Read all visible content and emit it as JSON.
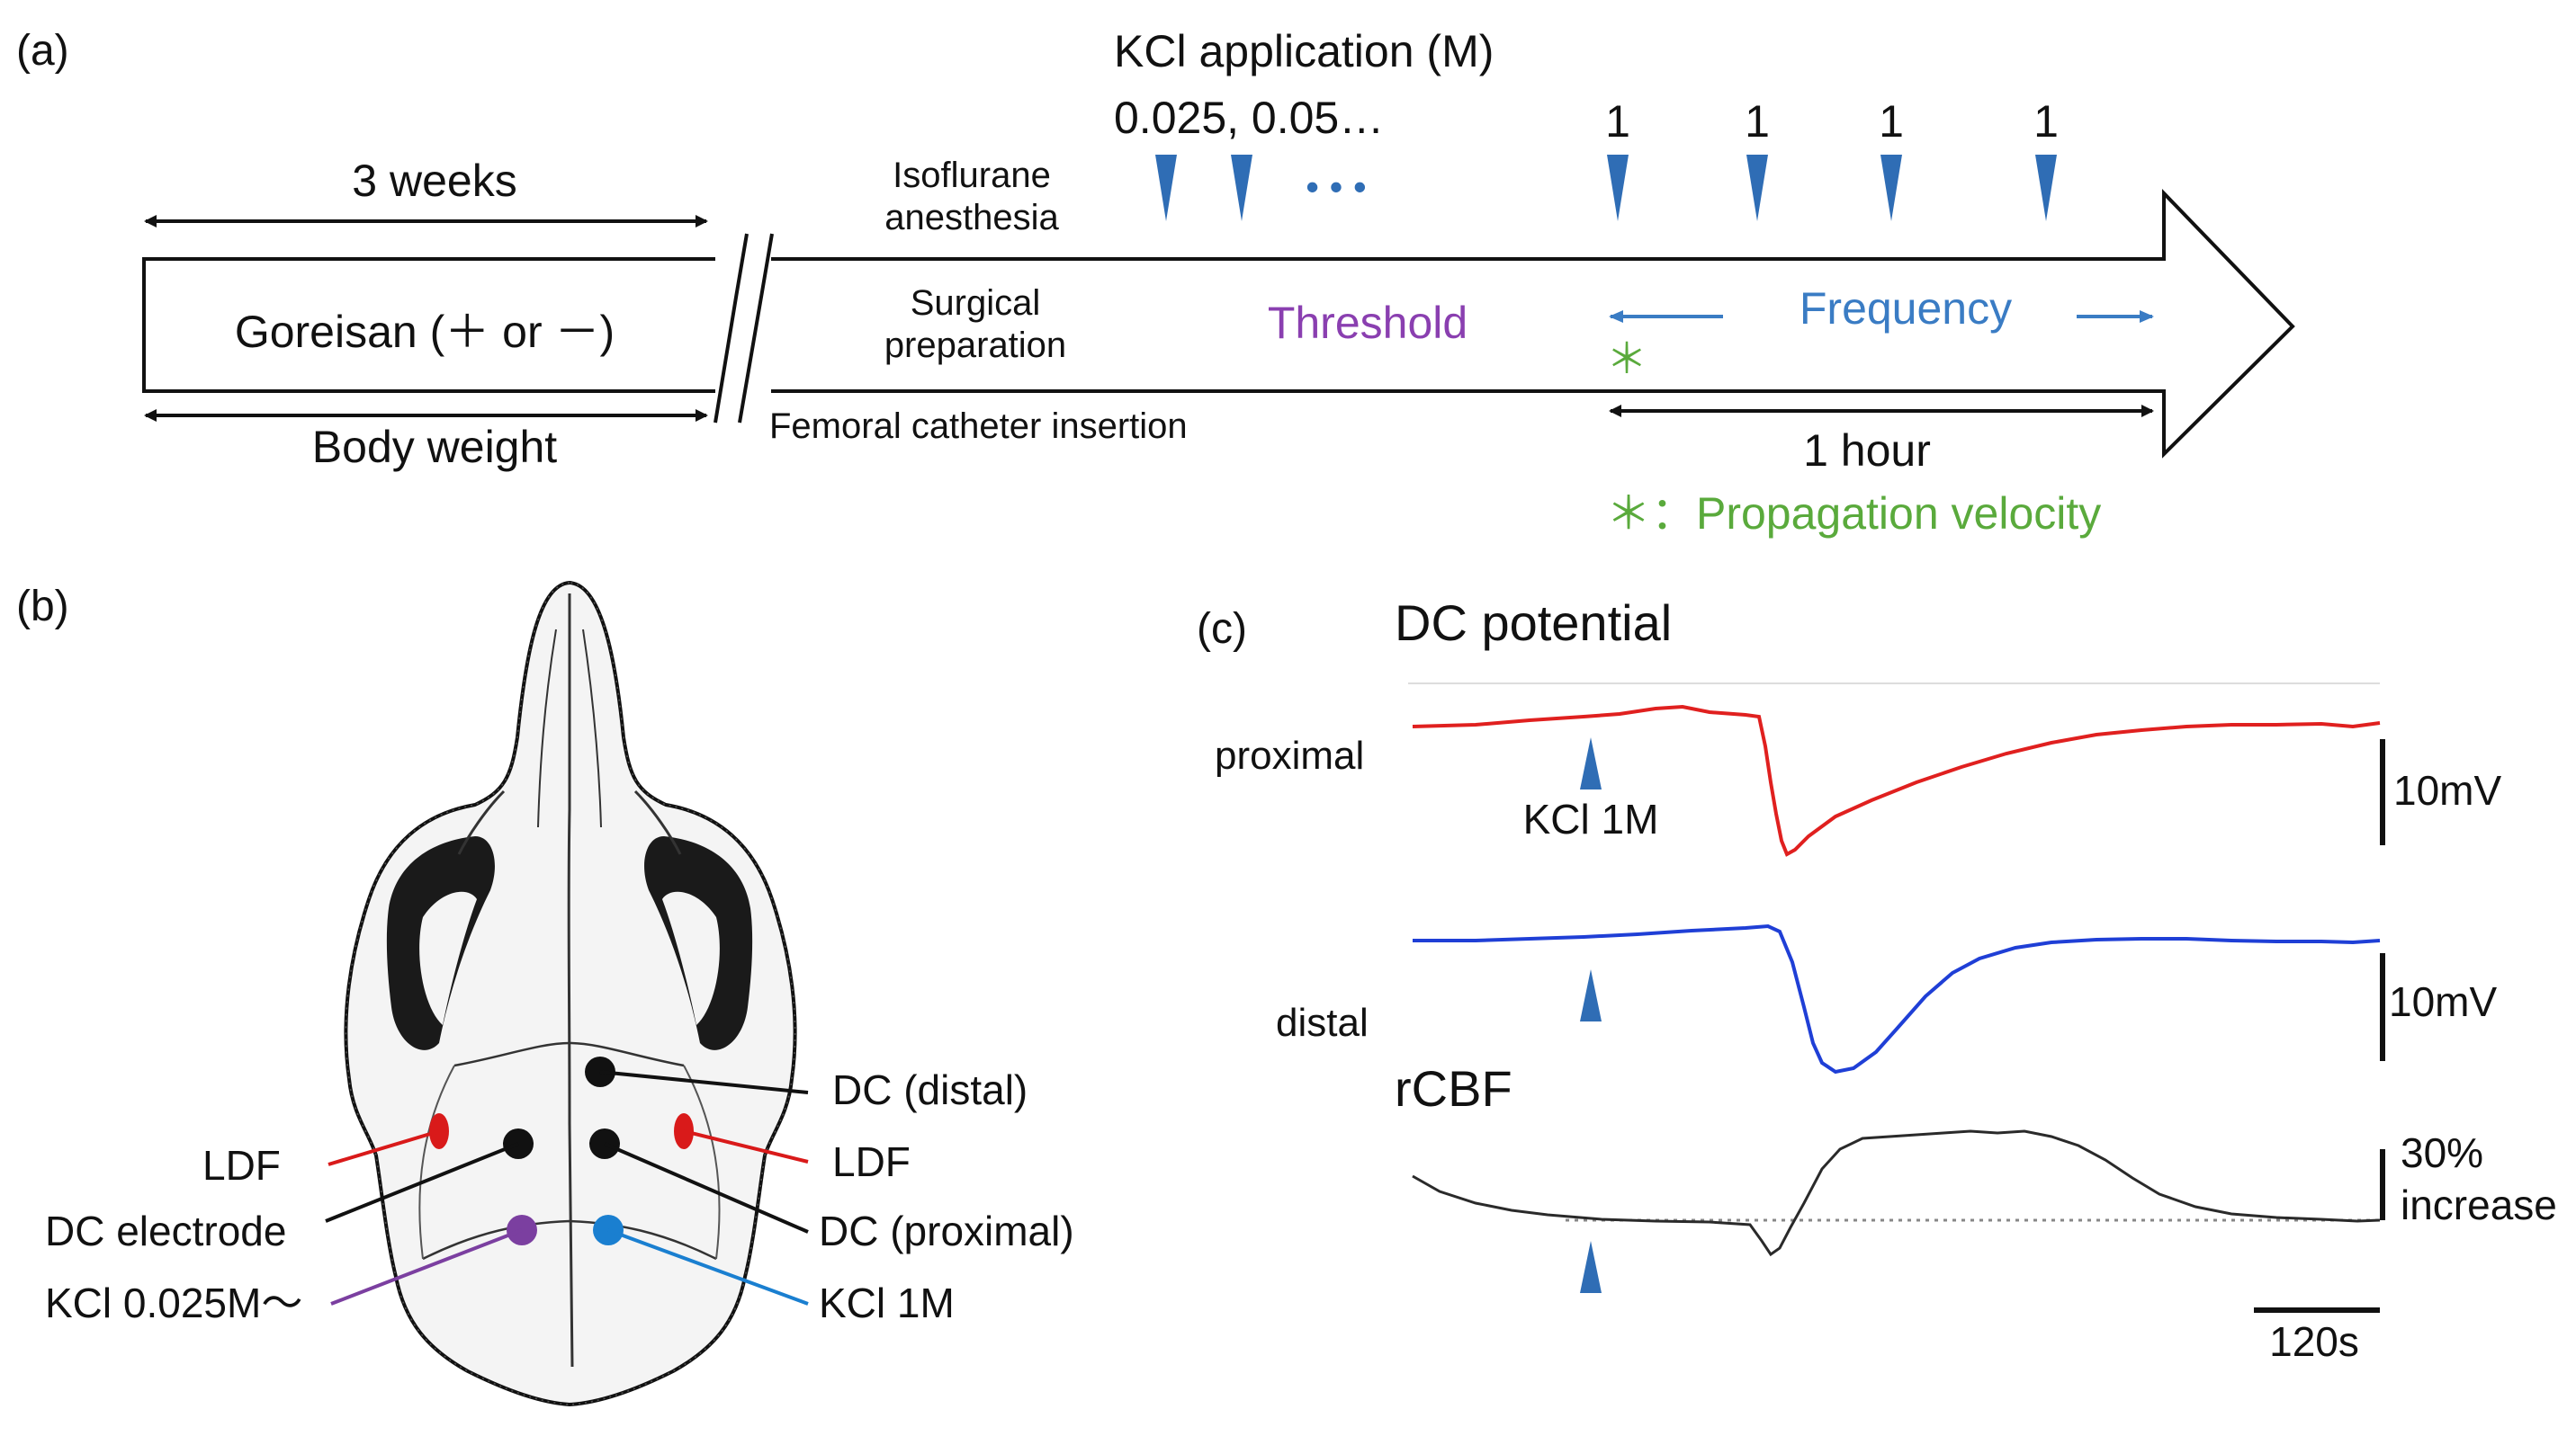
{
  "panels": {
    "a": {
      "label": "(a)",
      "kcl_title": "KCl application (M)",
      "kcl_threshold_doses": "0.025, 0.05…",
      "kcl_frequency_doses": [
        "1",
        "1",
        "1",
        "1"
      ],
      "dots": "• • •",
      "three_weeks": "3 weeks",
      "goreisan": "Goreisan (＋ or －)",
      "body_weight": "Body weight",
      "isoflurane_line1": "Isoflurane",
      "isoflurane_line2": "anesthesia",
      "surgical_line1": "Surgical",
      "surgical_line2": "preparation",
      "femoral": "Femoral catheter insertion",
      "threshold": "Threshold",
      "frequency": "Frequency",
      "asterisk": "＊",
      "one_hour": "1 hour",
      "propagation_legend": "＊：Propagation velocity"
    },
    "b": {
      "label": "(b)",
      "dc_distal": "DC (distal)",
      "ldf_left": "LDF",
      "ldf_right": "LDF",
      "dc_electrode": "DC electrode",
      "dc_proximal": "DC (proximal)",
      "kcl_low": "KCl 0.025M～",
      "kcl_high": "KCl 1M"
    },
    "c": {
      "label": "(c)",
      "dc_potential": "DC potential",
      "proximal": "proximal",
      "distal": "distal",
      "rcbf": "rCBF",
      "kcl_marker": "KCl 1M",
      "scale_mv_1": "10mV",
      "scale_mv_2": "10mV",
      "scale_pct_1": "30%",
      "scale_pct_2": "increase",
      "scale_time": "120s"
    }
  },
  "colors": {
    "blue_text": "#3a7cc4",
    "marker_blue": "#2f6db5",
    "purple": "#8a3fb0",
    "green": "#5aaa3c",
    "red": "#e0201f",
    "trace_blue": "#1f3fd6",
    "trace_gray": "#2a2a2a",
    "ldf_red": "#d91a1a",
    "kcl_purple": "#7b3fa0",
    "kcl_blue": "#1a7fd0"
  }
}
